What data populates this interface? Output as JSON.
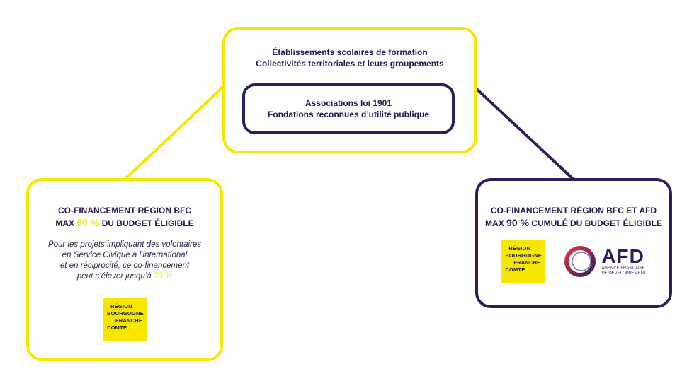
{
  "colors": {
    "yellow": "#f6e600",
    "navy": "#2a1f5c",
    "afd_red": "#e63343"
  },
  "top_box": {
    "line1": "Établissements scolaires de formation",
    "line2": "Collectivités territoriales et leurs groupements"
  },
  "inner_box": {
    "line1": "Associations loi 1901",
    "line2": "Fondations reconnues d’utilité publique"
  },
  "left_box": {
    "title": "CO-FINANCEMENT RÉGION BFC",
    "max_prefix": "MAX ",
    "max_value": "60 %",
    "max_suffix": " DU BUDGET ÉLIGIBLE",
    "note_line1": "Pour les projets impliquant des volontaires",
    "note_line2": "en Service Civique à l’international",
    "note_line3": "et en réciprocité, ce co-financement",
    "note_line4_prefix": "peut s’élever jusqu’à ",
    "note_value": "70 %"
  },
  "right_box": {
    "title": "CO-FINANCEMENT RÉGION BFC ET AFD",
    "max_prefix": "MAX ",
    "max_value": "90 %",
    "max_suffix": " CUMULÉ DU BUDGET ÉLIGIBLE"
  },
  "logo_region": {
    "line1": "RÉGION",
    "line2": "BOURGOGNE",
    "line3": "FRANCHE",
    "line4": "COMTÉ"
  },
  "logo_afd": {
    "name": "AFD",
    "sub1": "AGENCE FRANÇAISE",
    "sub2": "DE DÉVELOPPEMENT"
  }
}
